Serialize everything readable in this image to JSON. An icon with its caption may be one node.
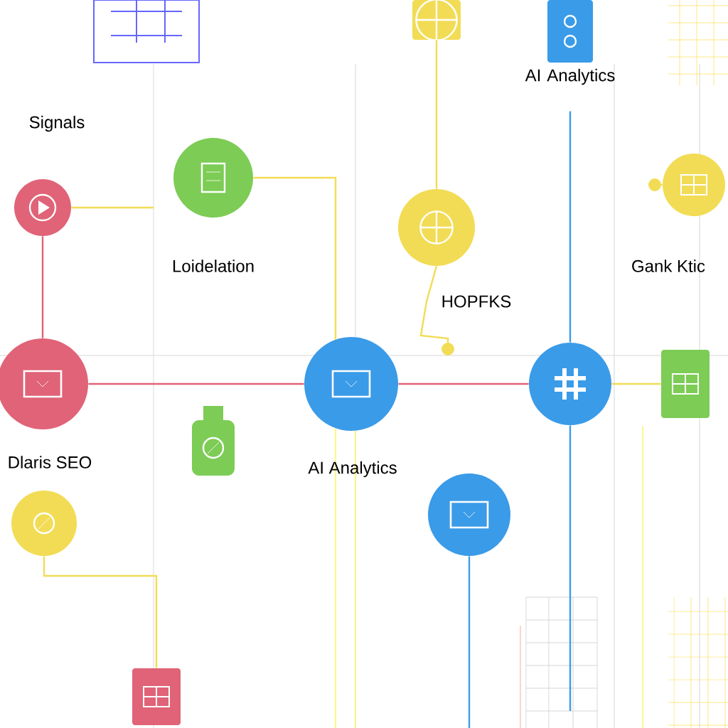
{
  "diagram": {
    "nodes": [
      {
        "text": [],
        "shape": "circle"
      },
      {
        "text": [],
        "shape": "circle"
      },
      {
        "text": [],
        "shape": "box"
      },
      {
        "text": [],
        "shape": "box",
        "beside": [
          "AI Analytics"
        ]
      },
      {
        "text": [],
        "shape": "circle"
      },
      {
        "text": [],
        "shape": "circle"
      },
      {
        "text": [],
        "shape": "circle"
      },
      {
        "text": [],
        "shape": "circle"
      },
      {
        "text": [],
        "shape": "circle"
      },
      {
        "text": [],
        "shape": "box"
      },
      {
        "text": [],
        "shape": "bottle"
      },
      {
        "text": [],
        "shape": "circle"
      },
      {
        "text": [],
        "shape": "circle"
      },
      {
        "text": [],
        "shape": "box"
      }
    ],
    "edges": [
      {
        "from": 0,
        "to": null,
        "arrow": "none",
        "color": "#f2dc55"
      },
      {
        "from": 1,
        "to": 6,
        "arrow": "none",
        "color": "#f2dc55"
      },
      {
        "from": 0,
        "to": 5,
        "arrow": "none",
        "color": "#e06377"
      },
      {
        "from": 2,
        "to": 4,
        "arrow": "none",
        "color": "#f2dc55"
      },
      {
        "from": 4,
        "to": null,
        "arrow": "other",
        "color": "#f2dc55"
      },
      {
        "from": 3,
        "to": 7,
        "arrow": "none",
        "color": "#3a9be8"
      },
      {
        "from": 8,
        "to": null,
        "arrow": "other",
        "color": "#f2dc55"
      },
      {
        "from": 5,
        "to": 6,
        "arrow": "none",
        "color": "#e06377"
      },
      {
        "from": 6,
        "to": 7,
        "arrow": "none",
        "color": "#e06377"
      },
      {
        "from": 7,
        "to": 9,
        "arrow": "none",
        "color": "#f2dc55"
      },
      {
        "from": 7,
        "to": null,
        "arrow": "none",
        "color": "#3a9be8"
      },
      {
        "from": 11,
        "to": 13,
        "arrow": "none",
        "color": "#f2dc55"
      },
      {
        "from": 12,
        "to": null,
        "arrow": "none",
        "color": "#3a9be8"
      }
    ],
    "labels": [
      "Signals",
      "Loidelation",
      "HOPFKS",
      "Gank Ktic",
      "Dlaris SEO",
      "AI Analytics"
    ]
  }
}
